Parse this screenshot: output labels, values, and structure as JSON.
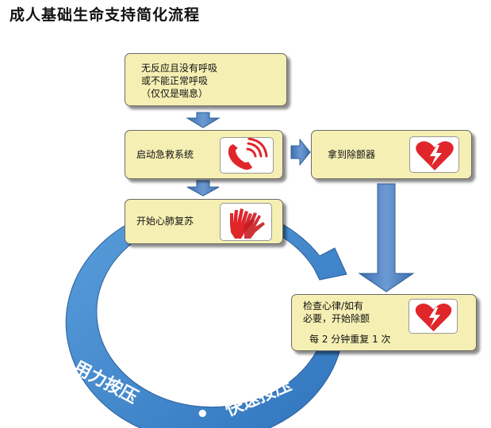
{
  "title": "成人基础生命支持简化流程",
  "steps": {
    "assess": [
      "无反应且没有呼吸",
      "或不能正常呼吸",
      "（仅仅是喘息）"
    ],
    "activate": "启动急救系统",
    "get_aed": "拿到除颤器",
    "cpr": "开始心肺复苏",
    "check_rhythm": [
      "检查心律/如有",
      "必要，开始除颤"
    ],
    "repeat": "每 2 分钟重复 1 次"
  },
  "cycle_text": {
    "left": "用力按压",
    "dot": "•",
    "right": "快速按压"
  },
  "icons": {
    "activate": "phone-icon",
    "get_aed": "aed-heart-icon",
    "cpr": "hands-icon",
    "check_rhythm": "aed-heart-icon"
  },
  "colors": {
    "box_fill": "#f5efb3",
    "arrow_blue": "#4a7fc1",
    "ring_blue": "#3e86cf",
    "icon_red": "#e0262b"
  }
}
